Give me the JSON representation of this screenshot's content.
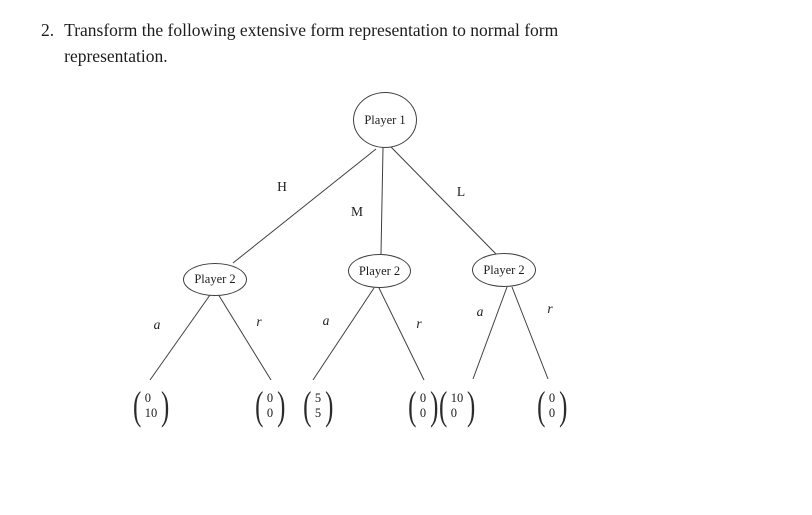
{
  "title": {
    "number": "2.",
    "line1": "Transform the following extensive form representation to normal form",
    "line2": "representation."
  },
  "tree": {
    "line_color": "#3f3f3f",
    "root": {
      "label": "Player 1",
      "branches": [
        "H",
        "M",
        "L"
      ]
    },
    "subtrees": [
      {
        "node_label": "Player 2",
        "actions": [
          "a",
          "r"
        ],
        "payoffs": [
          [
            "0",
            "10"
          ],
          [
            "0",
            "0"
          ]
        ]
      },
      {
        "node_label": "Player 2",
        "actions": [
          "a",
          "r"
        ],
        "payoffs": [
          [
            "5",
            "5"
          ],
          [
            "0",
            "0"
          ]
        ]
      },
      {
        "node_label": "Player 2",
        "actions": [
          "a",
          "r"
        ],
        "payoffs": [
          [
            "10",
            "0"
          ],
          [
            "0",
            "0"
          ]
        ]
      }
    ],
    "notation": {
      "paren_open": "(",
      "paren_close": ")"
    }
  }
}
